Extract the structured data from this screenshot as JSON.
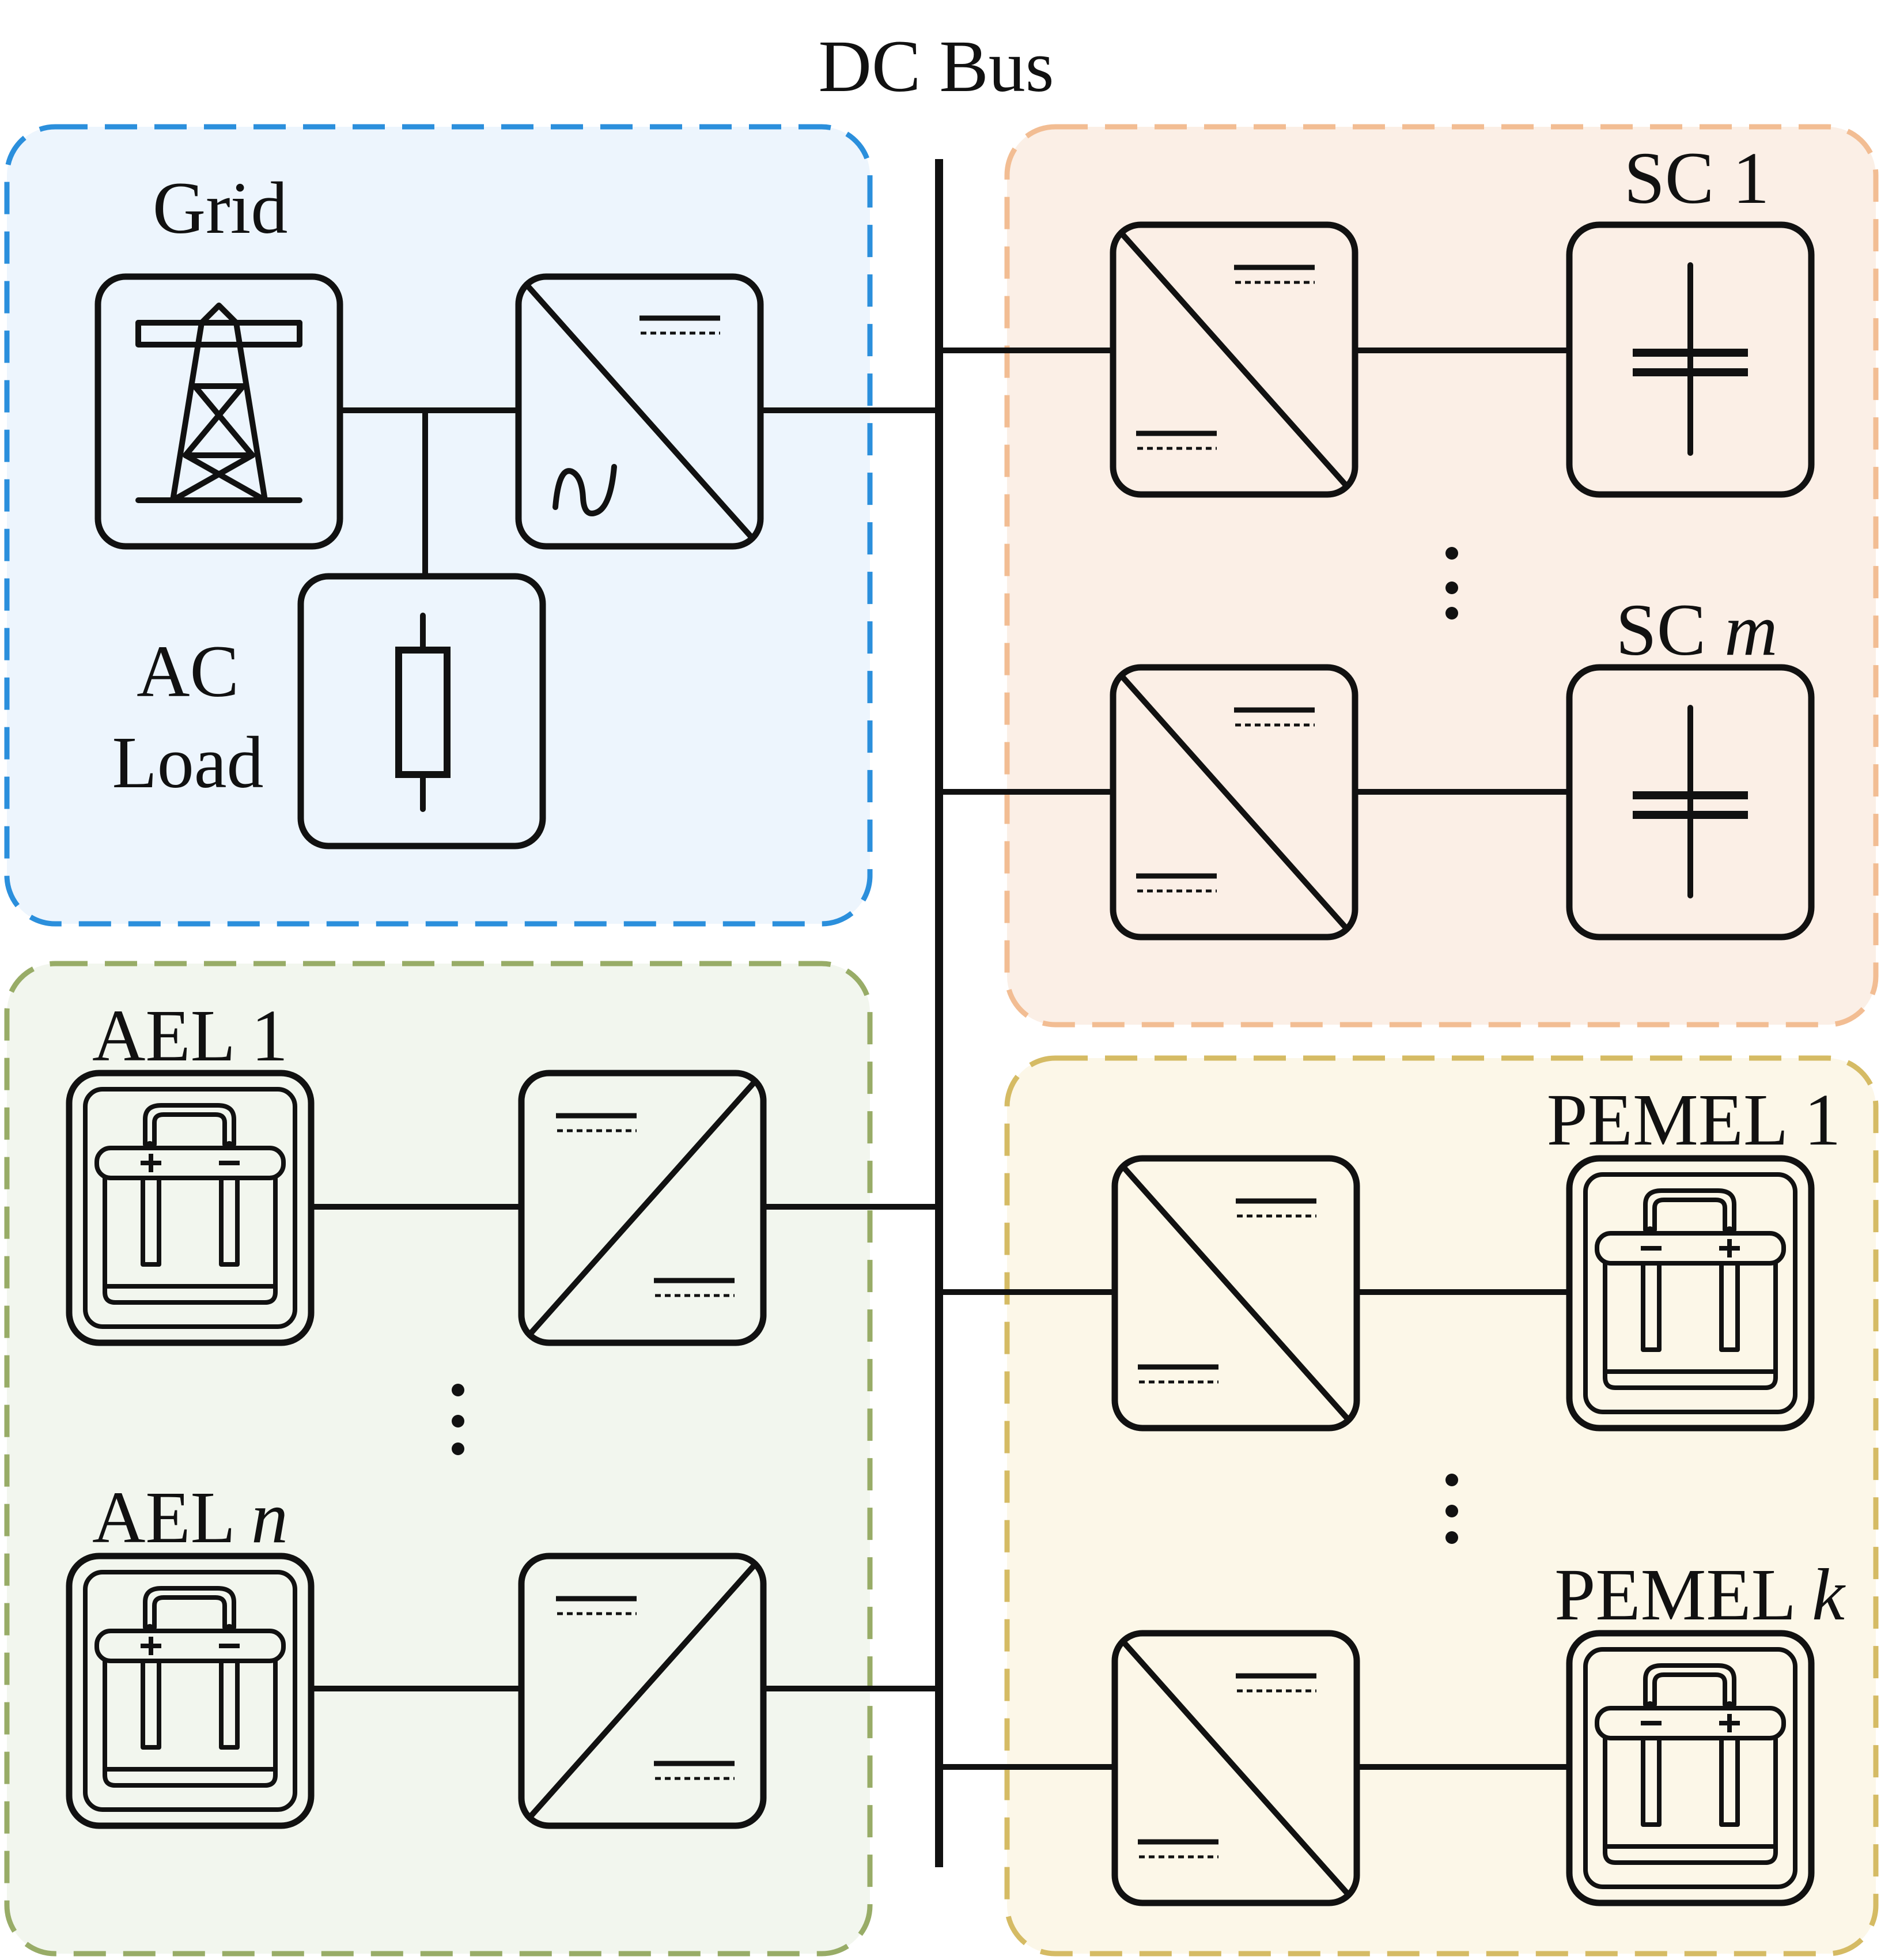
{
  "diagram": {
    "bus_label": "DC Bus",
    "labels": {
      "grid": "Grid",
      "ac_load_line1": "AC",
      "ac_load_line2": "Load",
      "sc_1": "SC 1",
      "sc_m_prefix": "SC ",
      "sc_m_var": "m",
      "ael_1": "AEL 1",
      "ael_n_prefix": "AEL ",
      "ael_n_var": "n",
      "pemel_1": "PEMEL 1",
      "pemel_k_prefix": "PEMEL ",
      "pemel_k_var": "k"
    },
    "groups": {
      "grid_ac": {
        "fill": "#edf5fd",
        "border": "#2b8fdc"
      },
      "supercapacitors": {
        "fill": "#fbefe6",
        "border": "#f2bd93"
      },
      "ael": {
        "fill": "#f2f6ee",
        "border": "#98ac67"
      },
      "pemel": {
        "fill": "#fcf7e8",
        "border": "#d5bb64"
      }
    },
    "icons": {
      "grid": "transmission-tower-icon",
      "converter_ac_dc": "ac-dc-converter-icon",
      "converter_dc_dc": "dc-dc-converter-icon",
      "ac_load": "resistor-icon",
      "supercapacitor": "capacitor-icon",
      "electrolyzer": "battery-electrolyzer-icon"
    }
  }
}
